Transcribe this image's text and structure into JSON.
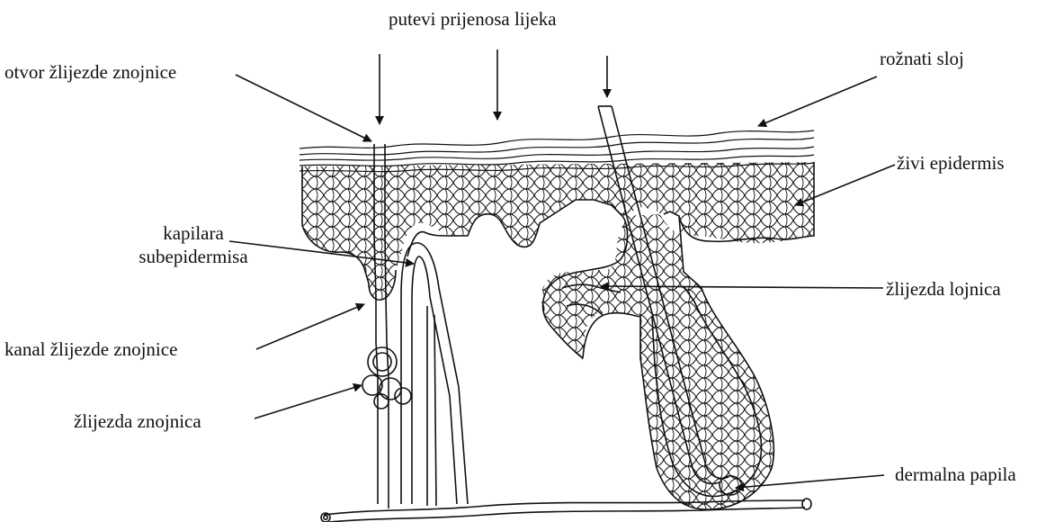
{
  "labels": {
    "top": "putevi prijenosa lijeka",
    "sweat_pore": "otvor žlijezde znojnice",
    "capillary_line1": "kapilara",
    "capillary_line2": "subepidermisa",
    "sweat_duct": "kanal žlijezde znojnice",
    "sweat_gland": "žlijezda znojnica",
    "stratum_corneum": "rožnati sloj",
    "viable_epidermis": "živi epidermis",
    "sebaceous_gland": "žlijezda lojnica",
    "dermal_papilla": "dermalna papila"
  }
}
